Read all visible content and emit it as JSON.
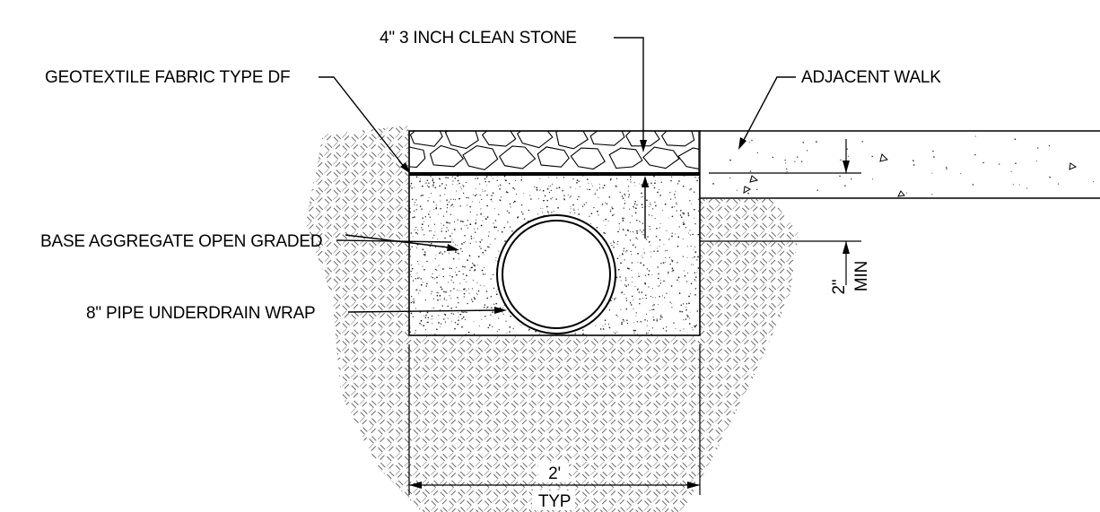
{
  "diagram": {
    "labels": {
      "clean_stone": "4\" 3 INCH CLEAN STONE",
      "geotextile": "GEOTEXTILE FABRIC TYPE DF",
      "adjacent_walk": "ADJACENT WALK",
      "base_aggregate": "BASE AGGREGATE OPEN GRADED",
      "pipe": "8\" PIPE UNDERDRAIN WRAP"
    },
    "dimensions": {
      "width_value": "2'",
      "width_note": "TYP",
      "depth_value": "2\"",
      "depth_note": "MIN"
    },
    "colors": {
      "line": "#000000",
      "background": "#ffffff"
    }
  }
}
